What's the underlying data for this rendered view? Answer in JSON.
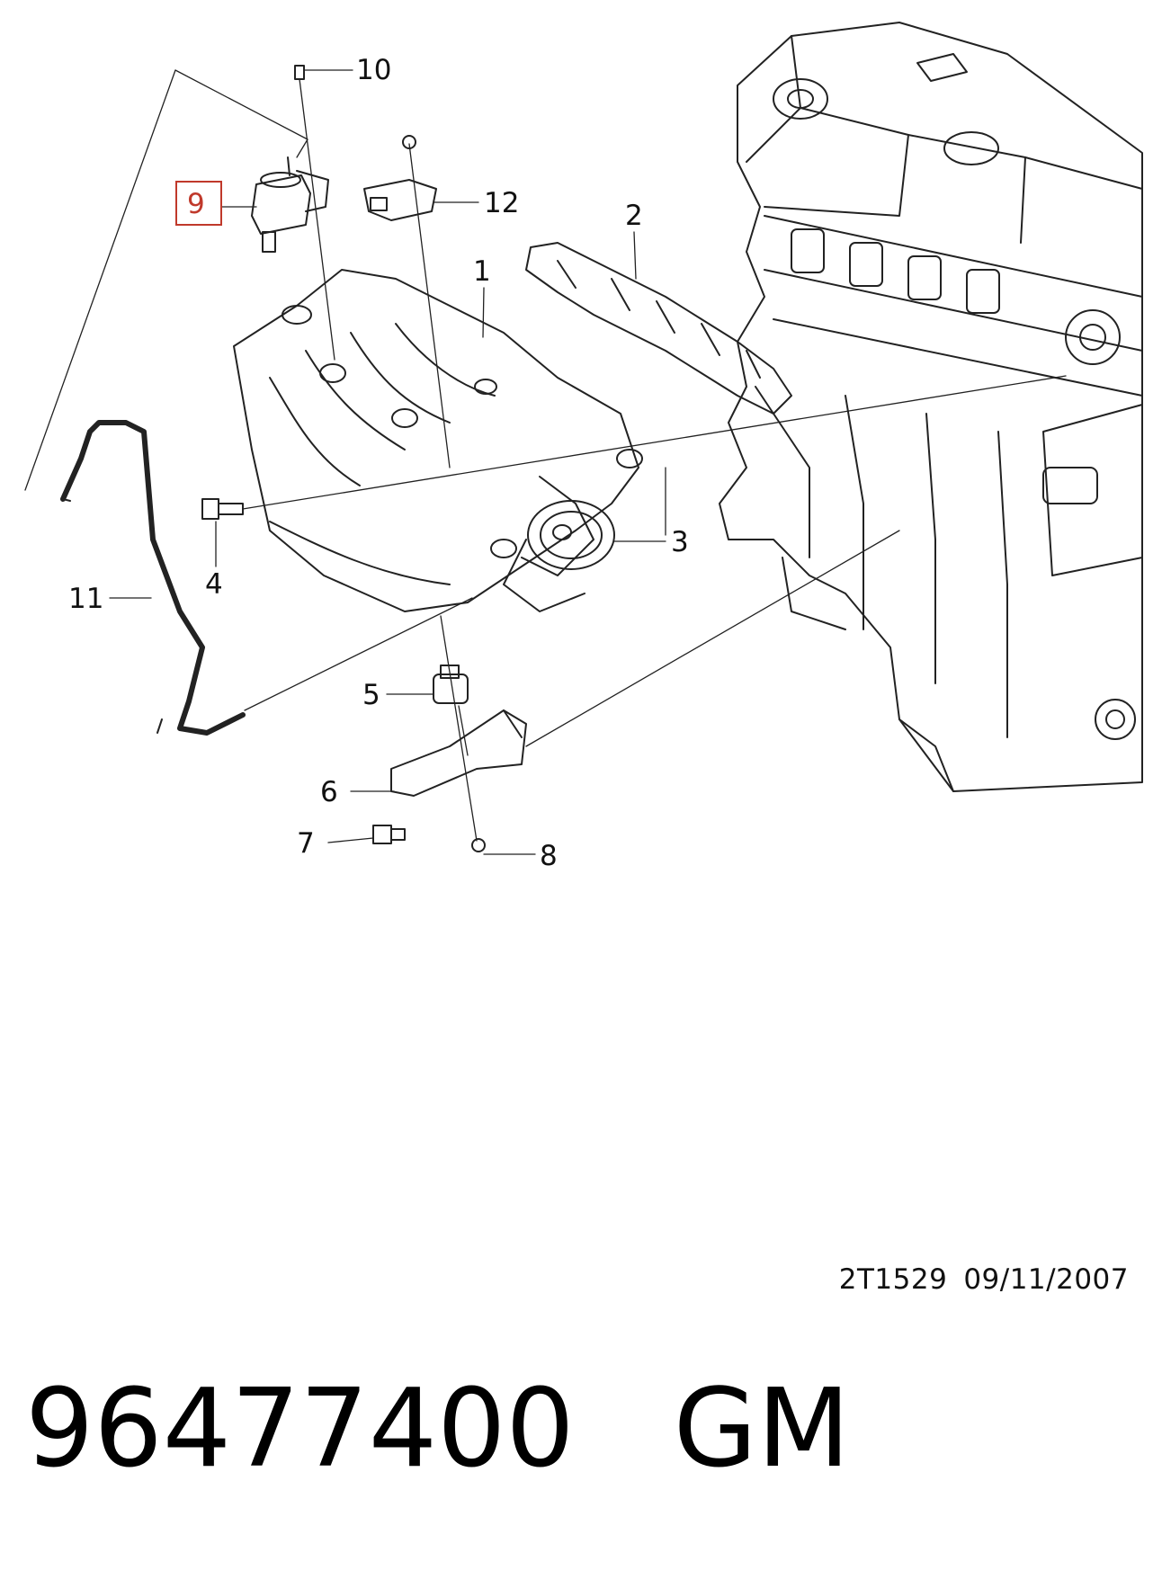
{
  "diagram": {
    "callouts": [
      {
        "id": "1",
        "label": "1",
        "highlighted": false
      },
      {
        "id": "2",
        "label": "2",
        "highlighted": false
      },
      {
        "id": "3",
        "label": "3",
        "highlighted": false
      },
      {
        "id": "4",
        "label": "4",
        "highlighted": false
      },
      {
        "id": "5",
        "label": "5",
        "highlighted": false
      },
      {
        "id": "6",
        "label": "6",
        "highlighted": false
      },
      {
        "id": "7",
        "label": "7",
        "highlighted": false
      },
      {
        "id": "8",
        "label": "8",
        "highlighted": false
      },
      {
        "id": "9",
        "label": "9",
        "highlighted": true
      },
      {
        "id": "10",
        "label": "10",
        "highlighted": false
      },
      {
        "id": "11",
        "label": "11",
        "highlighted": false
      },
      {
        "id": "12",
        "label": "12",
        "highlighted": false
      }
    ],
    "highlight_color": "#c0392b"
  },
  "reference": {
    "code": "2T1529",
    "date": "09/11/2007"
  },
  "part": {
    "number": "96477400",
    "brand": "GM"
  }
}
